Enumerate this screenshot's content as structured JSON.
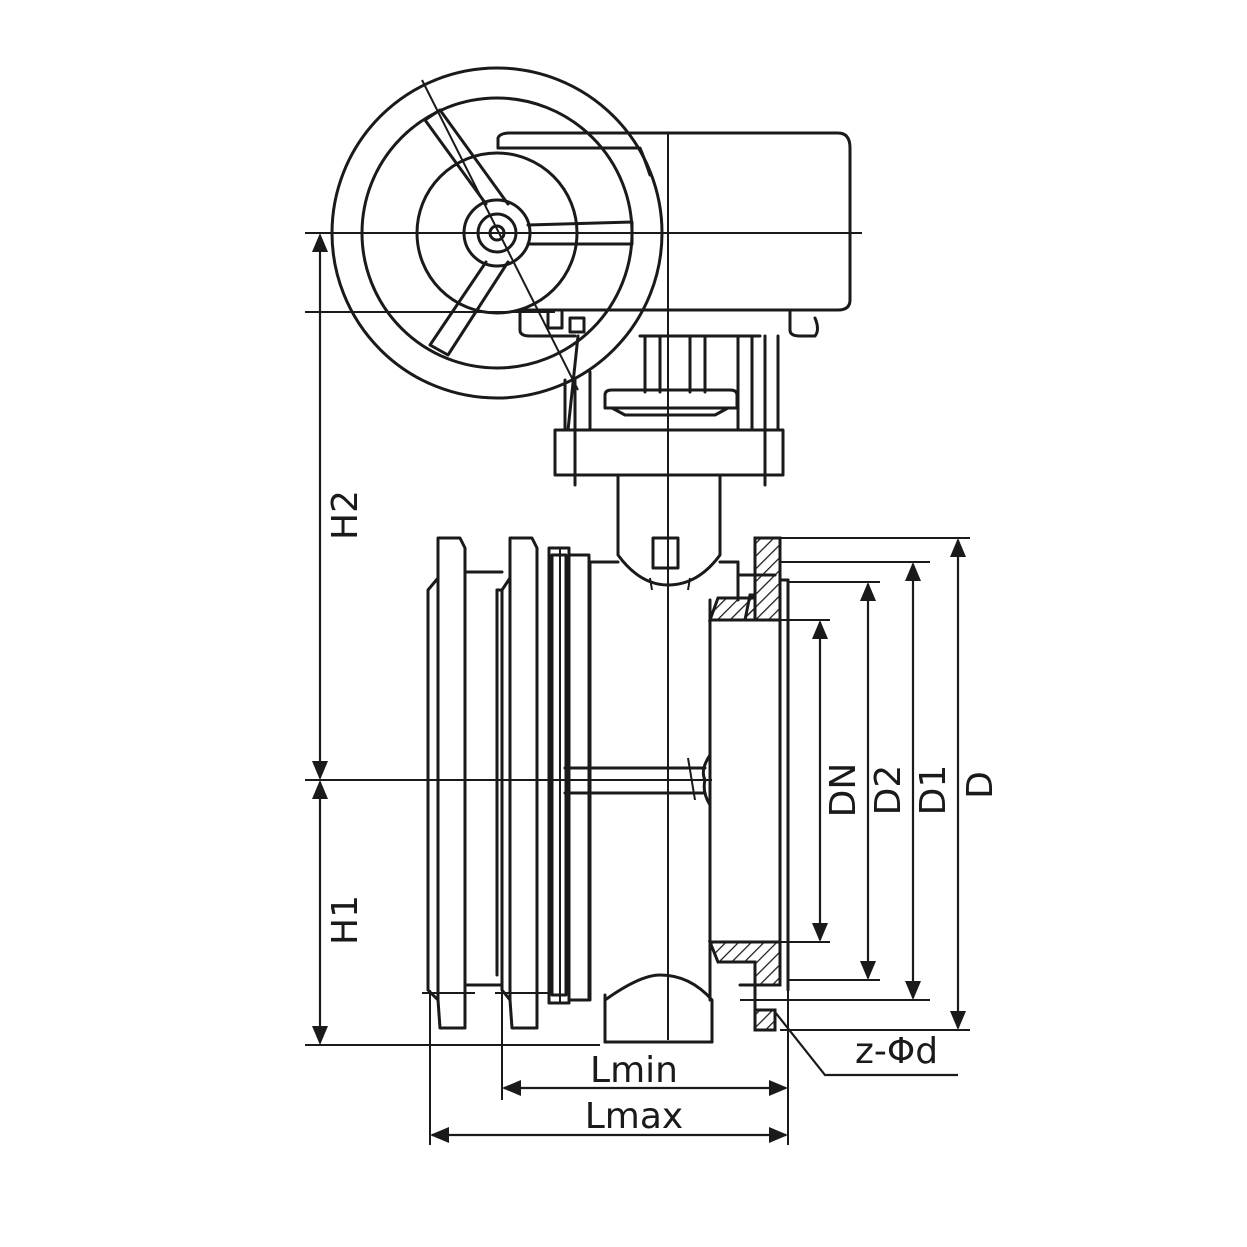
{
  "diagram": {
    "type": "valve-dimension-drawing",
    "labels": {
      "h2": "H2",
      "h1": "H1",
      "dn": "DN",
      "d2": "D2",
      "d1": "D1",
      "d": "D",
      "holes": "z-Φd",
      "lmin": "Lmin",
      "lmax": "Lmax"
    },
    "colors": {
      "line": "#1a1a1a",
      "background": "#ffffff"
    }
  }
}
